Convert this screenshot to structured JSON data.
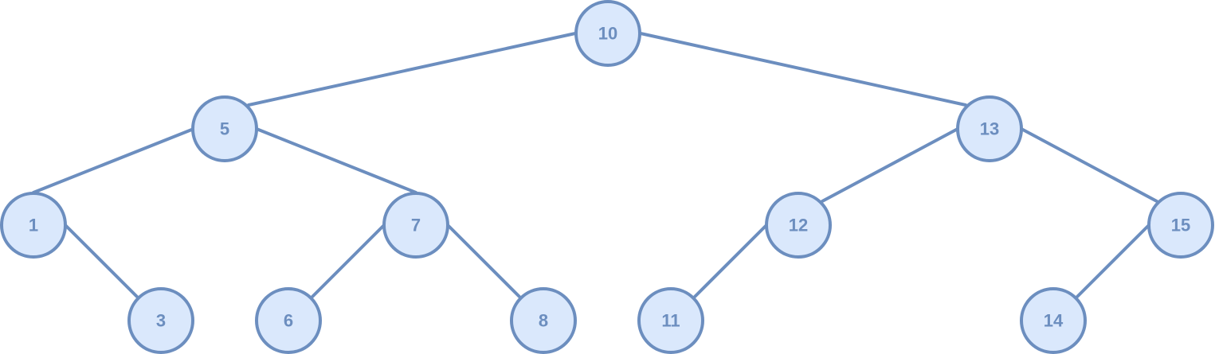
{
  "diagram": {
    "type": "binary-tree",
    "colors": {
      "node_fill": "#dae8fc",
      "node_stroke": "#6c8ebf",
      "edge": "#6c8ebf",
      "label": "#6c8ebf"
    },
    "nodes": [
      {
        "id": "n10",
        "label": "10"
      },
      {
        "id": "n5",
        "label": "5"
      },
      {
        "id": "n13",
        "label": "13"
      },
      {
        "id": "n1",
        "label": "1"
      },
      {
        "id": "n7",
        "label": "7"
      },
      {
        "id": "n12",
        "label": "12"
      },
      {
        "id": "n15",
        "label": "15"
      },
      {
        "id": "n3",
        "label": "3"
      },
      {
        "id": "n6",
        "label": "6"
      },
      {
        "id": "n8",
        "label": "8"
      },
      {
        "id": "n11",
        "label": "11"
      },
      {
        "id": "n14",
        "label": "14"
      }
    ],
    "edges": [
      {
        "from": "n10",
        "to": "n5"
      },
      {
        "from": "n10",
        "to": "n13"
      },
      {
        "from": "n5",
        "to": "n1"
      },
      {
        "from": "n5",
        "to": "n7"
      },
      {
        "from": "n13",
        "to": "n12"
      },
      {
        "from": "n13",
        "to": "n15"
      },
      {
        "from": "n1",
        "to": "n3"
      },
      {
        "from": "n7",
        "to": "n6"
      },
      {
        "from": "n7",
        "to": "n8"
      },
      {
        "from": "n12",
        "to": "n11"
      },
      {
        "from": "n15",
        "to": "n14"
      }
    ]
  }
}
